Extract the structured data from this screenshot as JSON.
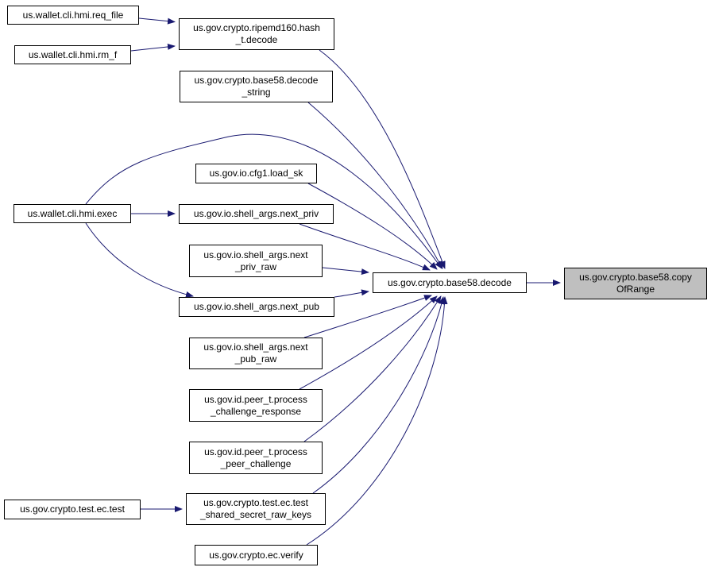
{
  "colors": {
    "edge": "#191970",
    "node_border": "#000000",
    "target_fill": "#bfbfbf"
  },
  "nodes": {
    "req_file": {
      "line1": "us.wallet.cli.hmi.req_file",
      "line2": ""
    },
    "rm_f": {
      "line1": "us.wallet.cli.hmi.rm_f",
      "line2": ""
    },
    "exec": {
      "line1": "us.wallet.cli.hmi.exec",
      "line2": ""
    },
    "ec_test": {
      "line1": "us.gov.crypto.test.ec.test",
      "line2": ""
    },
    "ripemd_decode": {
      "line1": "us.gov.crypto.ripemd160.hash",
      "line2": "_t.decode"
    },
    "decode_string": {
      "line1": "us.gov.crypto.base58.decode",
      "line2": "_string"
    },
    "load_sk": {
      "line1": "us.gov.io.cfg1.load_sk",
      "line2": ""
    },
    "next_priv": {
      "line1": "us.gov.io.shell_args.next_priv",
      "line2": ""
    },
    "next_priv_raw": {
      "line1": "us.gov.io.shell_args.next",
      "line2": "_priv_raw"
    },
    "next_pub": {
      "line1": "us.gov.io.shell_args.next_pub",
      "line2": ""
    },
    "next_pub_raw": {
      "line1": "us.gov.io.shell_args.next",
      "line2": "_pub_raw"
    },
    "process_challenge_response": {
      "line1": "us.gov.id.peer_t.process",
      "line2": "_challenge_response"
    },
    "process_peer_challenge": {
      "line1": "us.gov.id.peer_t.process",
      "line2": "_peer_challenge"
    },
    "test_shared_secret": {
      "line1": "us.gov.crypto.test.ec.test",
      "line2": "_shared_secret_raw_keys"
    },
    "ec_verify": {
      "line1": "us.gov.crypto.ec.verify",
      "line2": ""
    },
    "base58_decode": {
      "line1": "us.gov.crypto.base58.decode",
      "line2": ""
    },
    "copy_of_range": {
      "line1": "us.gov.crypto.base58.copy",
      "line2": "OfRange"
    }
  },
  "edges": [
    {
      "from": "req_file",
      "to": "ripemd_decode"
    },
    {
      "from": "rm_f",
      "to": "ripemd_decode"
    },
    {
      "from": "exec",
      "to": "next_priv"
    },
    {
      "from": "exec",
      "to": "next_pub"
    },
    {
      "from": "exec",
      "to": "base58_decode"
    },
    {
      "from": "ec_test",
      "to": "test_shared_secret"
    },
    {
      "from": "ripemd_decode",
      "to": "base58_decode"
    },
    {
      "from": "decode_string",
      "to": "base58_decode"
    },
    {
      "from": "load_sk",
      "to": "base58_decode"
    },
    {
      "from": "next_priv",
      "to": "base58_decode"
    },
    {
      "from": "next_priv_raw",
      "to": "base58_decode"
    },
    {
      "from": "next_pub",
      "to": "base58_decode"
    },
    {
      "from": "next_pub_raw",
      "to": "base58_decode"
    },
    {
      "from": "process_challenge_response",
      "to": "base58_decode"
    },
    {
      "from": "process_peer_challenge",
      "to": "base58_decode"
    },
    {
      "from": "test_shared_secret",
      "to": "base58_decode"
    },
    {
      "from": "ec_verify",
      "to": "base58_decode"
    },
    {
      "from": "base58_decode",
      "to": "copy_of_range"
    }
  ]
}
